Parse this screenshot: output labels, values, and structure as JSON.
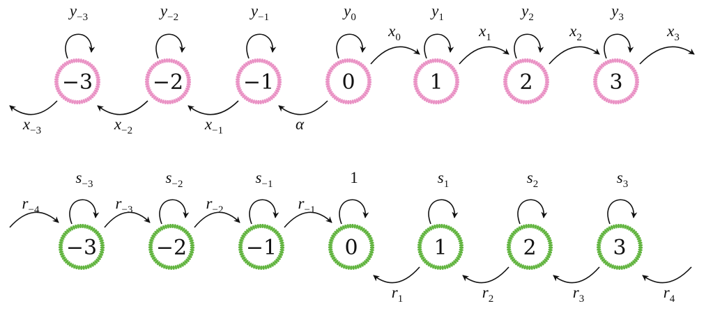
{
  "colors": {
    "top_ring": "#e98fc3",
    "bottom_ring": "#5fb33c",
    "ink": "#111111"
  },
  "top_chain": {
    "nodes": [
      "−3",
      "−2",
      "−1",
      "0",
      "1",
      "2",
      "3"
    ],
    "loop_labels": [
      {
        "base": "y",
        "sub": "−3"
      },
      {
        "base": "y",
        "sub": "−2"
      },
      {
        "base": "y",
        "sub": "−1"
      },
      {
        "base": "y",
        "sub": "0"
      },
      {
        "base": "y",
        "sub": "1"
      },
      {
        "base": "y",
        "sub": "2"
      },
      {
        "base": "y",
        "sub": "3"
      }
    ],
    "left_edges": [
      {
        "base": "x",
        "sub": "−3"
      },
      {
        "base": "x",
        "sub": "−2"
      },
      {
        "base": "x",
        "sub": "−1"
      },
      {
        "base": "α",
        "sub": ""
      }
    ],
    "right_edges": [
      {
        "base": "x",
        "sub": "0"
      },
      {
        "base": "x",
        "sub": "1"
      },
      {
        "base": "x",
        "sub": "2"
      },
      {
        "base": "x",
        "sub": "3"
      }
    ]
  },
  "bottom_chain": {
    "nodes": [
      "−3",
      "−2",
      "−1",
      "0",
      "1",
      "2",
      "3"
    ],
    "loop_labels": [
      {
        "base": "s",
        "sub": "−3"
      },
      {
        "base": "s",
        "sub": "−2"
      },
      {
        "base": "s",
        "sub": "−1"
      },
      {
        "base": "1",
        "sub": "",
        "upright": true
      },
      {
        "base": "s",
        "sub": "1"
      },
      {
        "base": "s",
        "sub": "2"
      },
      {
        "base": "s",
        "sub": "3"
      }
    ],
    "top_edges": [
      {
        "base": "r",
        "sub": "−4"
      },
      {
        "base": "r",
        "sub": "−3"
      },
      {
        "base": "r",
        "sub": "−2"
      },
      {
        "base": "r",
        "sub": "−1"
      }
    ],
    "bottom_edges": [
      {
        "base": "r",
        "sub": "1"
      },
      {
        "base": "r",
        "sub": "2"
      },
      {
        "base": "r",
        "sub": "3"
      },
      {
        "base": "r",
        "sub": "4"
      }
    ]
  }
}
